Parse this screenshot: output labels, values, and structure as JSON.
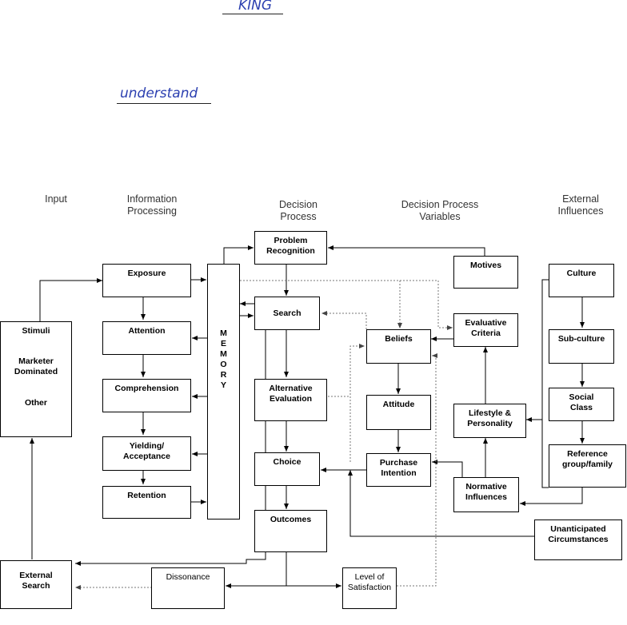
{
  "annotations": {
    "word1": "KING",
    "word2": "understand"
  },
  "headers": {
    "input": "Input",
    "info": "Information\nProcessing",
    "decision": "Decision\nProcess",
    "variables": "Decision Process\nVariables",
    "external": "External\nInfluences"
  },
  "boxes": {
    "stimuli": {
      "line1": "Stimuli",
      "line2": "Marketer\nDominated",
      "line3": "Other"
    },
    "exposure": "Exposure",
    "attention": "Attention",
    "comprehension": "Comprehension",
    "yielding": "Yielding/\nAcceptance",
    "retention": "Retention",
    "memory": [
      "M",
      "E",
      "M",
      "O",
      "R",
      "Y"
    ],
    "problem": "Problem\nRecognition",
    "search": "Search",
    "alternative": "Alternative\nEvaluation",
    "choice": "Choice",
    "outcomes": "Outcomes",
    "motives": "Motives",
    "evaluative": "Evaluative\nCriteria",
    "beliefs": "Beliefs",
    "attitude": "Attitude",
    "purchase": "Purchase\nIntention",
    "lifestyle": "Lifestyle &\nPersonality",
    "normative": "Normative\nInfluences",
    "culture": "Culture",
    "subculture": "Sub-culture",
    "social": "Social\nClass",
    "reference": "Reference\ngroup/family",
    "unanticipated": "Unanticipated\nCircumstances",
    "external_search": "External\nSearch",
    "dissonance": "Dissonance",
    "satisfaction": "Level of\nSatisfaction"
  }
}
